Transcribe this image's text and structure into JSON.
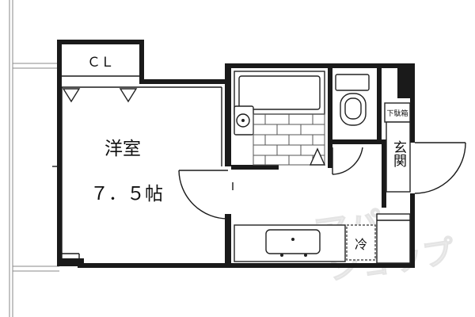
{
  "labels": {
    "closet": "ＣＬ",
    "room_name": "洋室",
    "room_size": "７．５帖",
    "shoe_box": "下駄箱",
    "entrance": "玄関",
    "fridge": "冷"
  },
  "watermark": "アパマンショップ",
  "colors": {
    "wall": "#1a1a1a",
    "line": "#222222",
    "tile_grid": "#555555",
    "watermark": "#ececec"
  }
}
